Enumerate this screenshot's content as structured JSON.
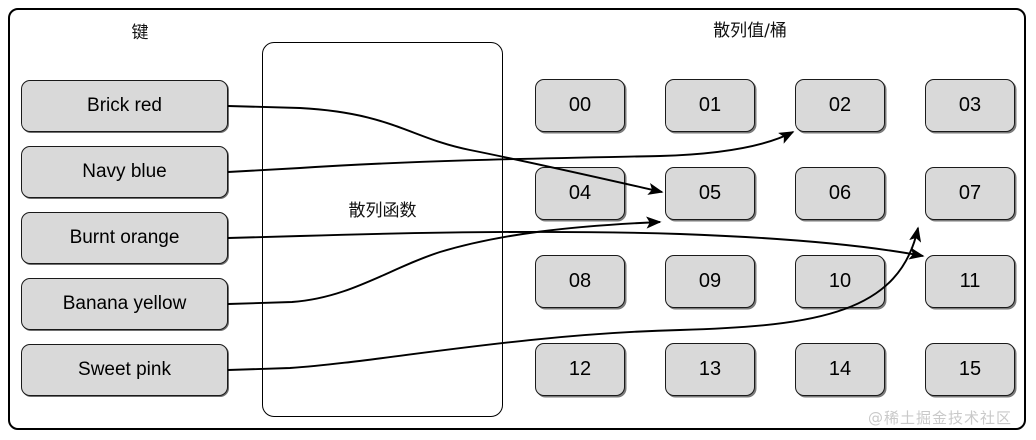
{
  "diagram": {
    "title_keys": "键",
    "title_buckets": "散列值/桶",
    "hash_function_label": "散列函数",
    "watermark": "@稀土掘金技术社区",
    "accent_fill": "#d9d9d9",
    "stroke_color": "#1a1a1a",
    "background": "#ffffff"
  },
  "keys": [
    {
      "label": "Brick red",
      "maps_to": "05"
    },
    {
      "label": "Navy blue",
      "maps_to": "02"
    },
    {
      "label": "Burnt orange",
      "maps_to": "11"
    },
    {
      "label": "Banana yellow",
      "maps_to": "05"
    },
    {
      "label": "Sweet pink",
      "maps_to": "07"
    }
  ],
  "buckets": [
    {
      "label": "00"
    },
    {
      "label": "01"
    },
    {
      "label": "02"
    },
    {
      "label": "03"
    },
    {
      "label": "04"
    },
    {
      "label": "05"
    },
    {
      "label": "06"
    },
    {
      "label": "07"
    },
    {
      "label": "08"
    },
    {
      "label": "09"
    },
    {
      "label": "10"
    },
    {
      "label": "11"
    },
    {
      "label": "12"
    },
    {
      "label": "13"
    },
    {
      "label": "14"
    },
    {
      "label": "15"
    }
  ]
}
